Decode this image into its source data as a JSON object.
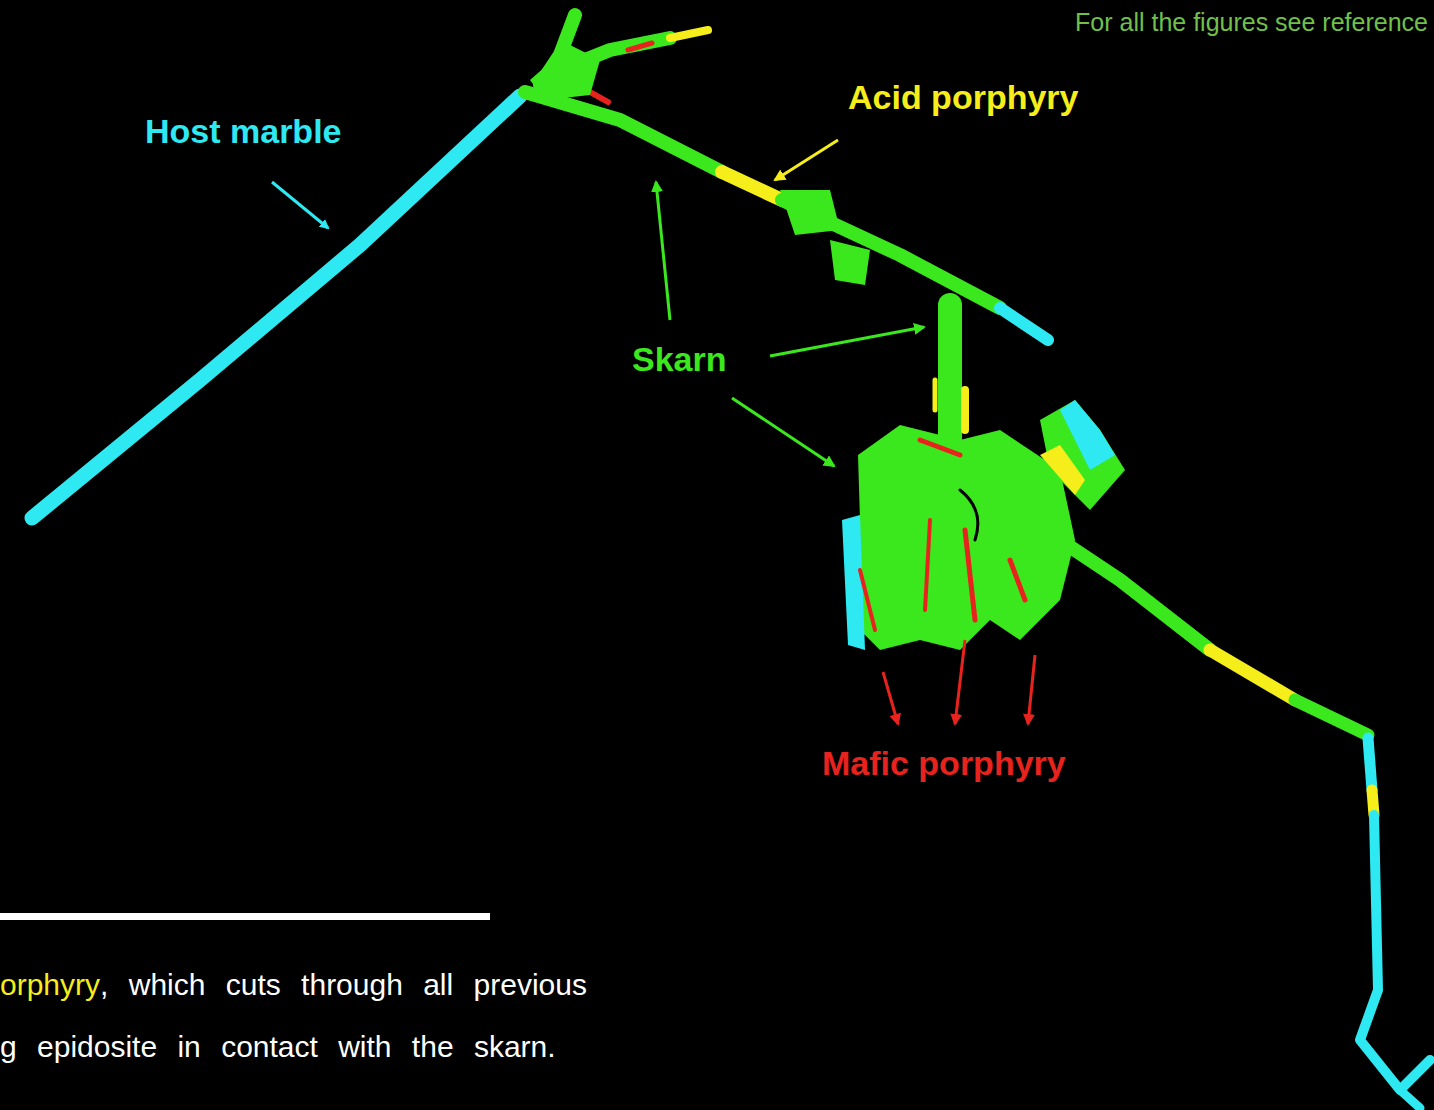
{
  "diagram": {
    "labels": [
      "For all the figures see reference",
      "Host marble",
      "Acid porphyry",
      "Skarn",
      "Mafic porphyry",
      "orphyry",
      ", which cuts through all previous",
      "g epidosite in contact with the skarn."
    ]
  }
}
